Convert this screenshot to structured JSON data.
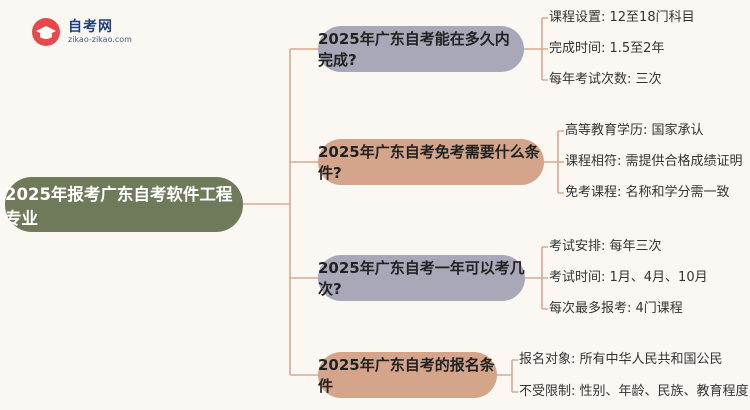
{
  "logo": {
    "title": "自考网",
    "subtitle": "zikao-zikao.com"
  },
  "root": {
    "label": "2025年报考广东自考软件工程专业"
  },
  "branches": [
    {
      "label": "2025年广东自考能在多久内完成?",
      "color": "#a9a8b8",
      "leaves": [
        "课程设置: 12至18门科目",
        "完成时间: 1.5至2年",
        "每年考试次数: 三次"
      ]
    },
    {
      "label": "2025年广东自考免考需要什么条件?",
      "color": "#d4a58a",
      "leaves": [
        "高等教育学历: 国家承认",
        "课程相符: 需提供合格成绩证明",
        "免考课程: 名称和学分需一致"
      ]
    },
    {
      "label": "2025年广东自考一年可以考几次?",
      "color": "#a9a8b8",
      "leaves": [
        "考试安排: 每年三次",
        "考试时间: 1月、4月、10月",
        "每次最多报考: 4门课程"
      ]
    },
    {
      "label": "2025年广东自考的报名条件",
      "color": "#d4a58a",
      "leaves": [
        "报名对象: 所有中华人民共和国公民",
        "不受限制: 性别、年龄、民族、教育程度"
      ]
    }
  ],
  "colors": {
    "link": "#d9a98e",
    "root": "#6e7a5a",
    "background": "#fbf8f3"
  }
}
